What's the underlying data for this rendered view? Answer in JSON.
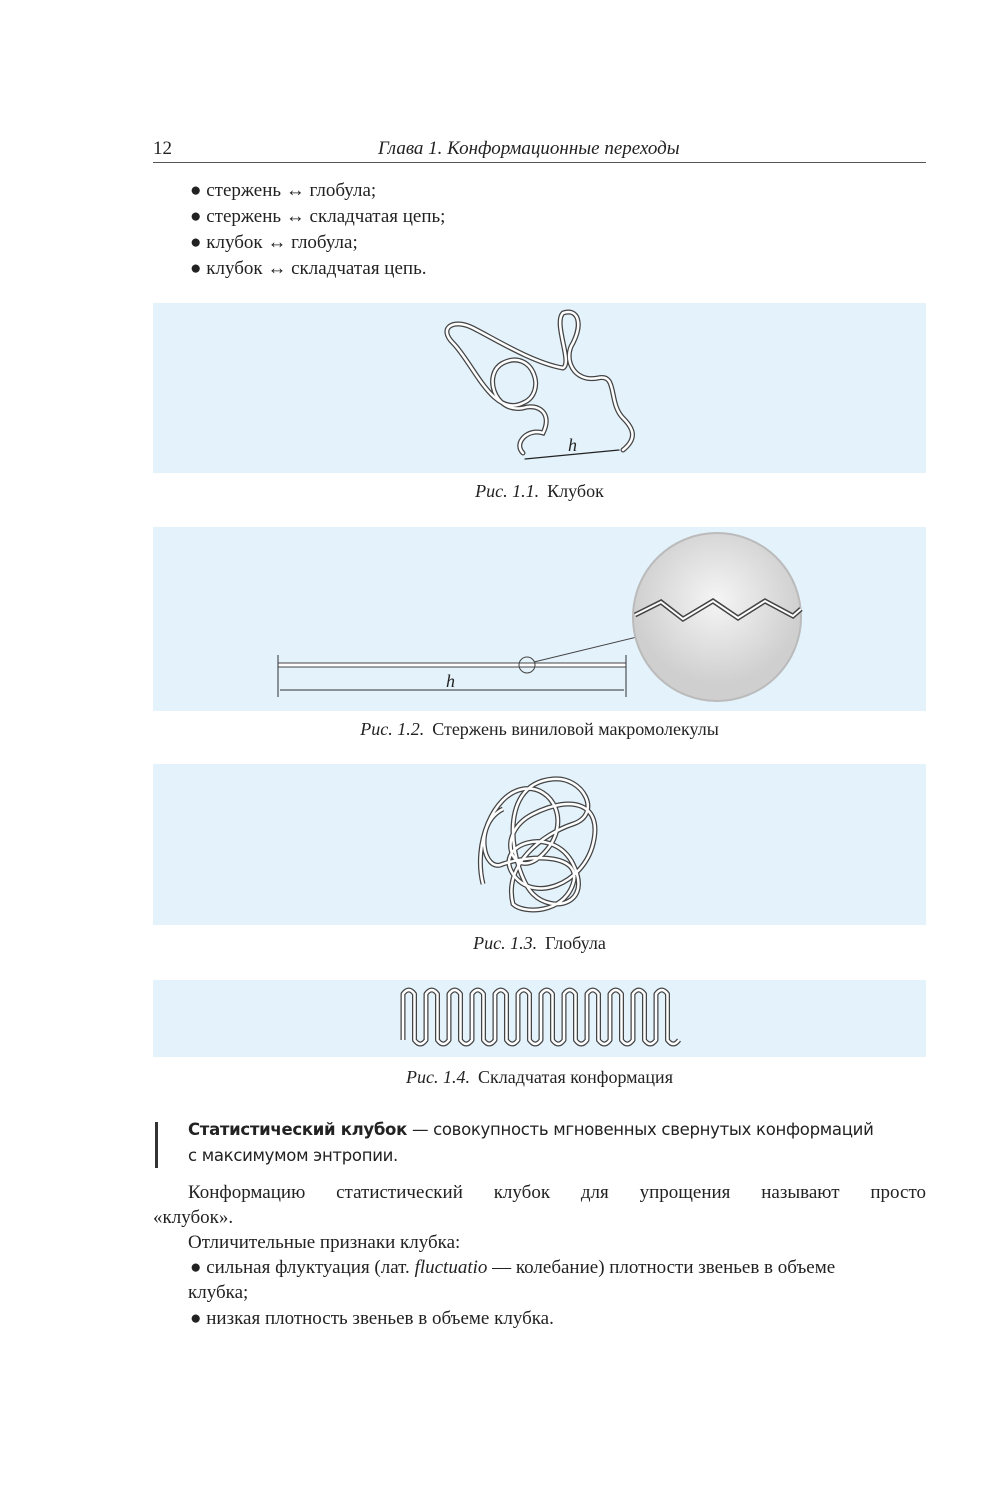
{
  "header": {
    "page_number": "12",
    "chapter_title": "Глава 1. Конформационные переходы"
  },
  "transitions": [
    {
      "from": "стержень",
      "arrow": "↔",
      "to": "глобула;"
    },
    {
      "from": "стержень",
      "arrow": "↔",
      "to": "складчатая цепь;"
    },
    {
      "from": "клубок",
      "arrow": "↔",
      "to": "глобула;"
    },
    {
      "from": "клубок",
      "arrow": "↔",
      "to": "складчатая цепь."
    }
  ],
  "figures": [
    {
      "number": "Рис. 1.1.",
      "caption": "Клубок",
      "label": "h"
    },
    {
      "number": "Рис. 1.2.",
      "caption": "Стержень виниловой макромолекулы",
      "label": "h"
    },
    {
      "number": "Рис. 1.3.",
      "caption": "Глобула"
    },
    {
      "number": "Рис. 1.4.",
      "caption": "Складчатая конформация"
    }
  ],
  "definition": {
    "term": "Статистический клубок",
    "line1": " — совокупность мгновенных свернутых конформаций",
    "line2": "с максимумом энтропии."
  },
  "body": {
    "para_line1": "Конформацию статистический клубок для упрощения называют просто",
    "para_line2": "«клубок».",
    "features_intro": "Отличительные признаки клубка:",
    "bullet1_a": "сильная флуктуация (лат. ",
    "bullet1_latin": "fluctuatio",
    "bullet1_b": " — колебание) плотности звеньев в объеме",
    "bullet1_c": "клубка;",
    "bullet2": "низкая плотность звеньев в объеме клубка."
  },
  "colors": {
    "panel": "#e3f2fb",
    "text": "#222222"
  }
}
